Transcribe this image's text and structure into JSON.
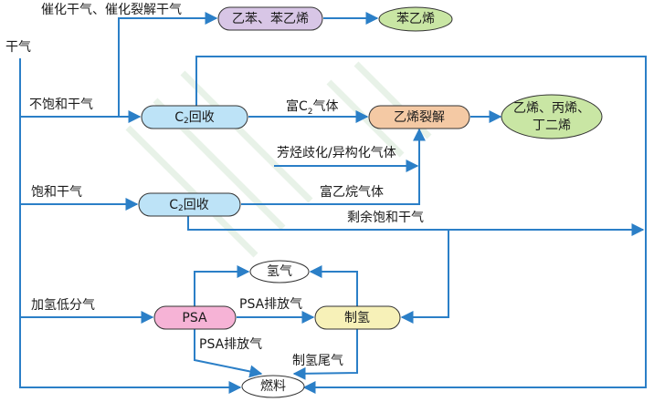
{
  "colors": {
    "line": "#2b7fc7",
    "recovery_fill": "#bde3f7",
    "purple_fill": "#d8c6e6",
    "cracking_fill": "#f4c9a4",
    "olefins_fill": "#c9e6a4",
    "psa_fill": "#f6b3d6",
    "hydrogen_prod_fill": "#f7f1b8",
    "white_fill": "#ffffff"
  },
  "labels": {
    "catalytic_dry_gas": "催化干气、催化裂解干气",
    "dry_gas": "干气",
    "unsaturated_dry_gas": "不饱和干气",
    "c2_rich_prefix": "富C",
    "c2_rich_sub": "2",
    "c2_rich_suffix": "气体",
    "aromatics_gas": "芳烃歧化/异构化气体",
    "saturated_dry_gas": "饱和干气",
    "ethane_rich_gas": "富乙烷气体",
    "remaining_dry_gas": "剩余饱和干气",
    "hydro_low_gas": "加氢低分气",
    "psa_vent_right": "PSA排放气",
    "psa_vent_down": "PSA排放气",
    "h2_tail_gas": "制氢尾气"
  },
  "nodes": {
    "ethylbenzene": "乙苯、苯乙烯",
    "styrene": "苯乙烯",
    "c2_recovery_top_prefix": "C",
    "c2_recovery_top_sub": "2",
    "c2_recovery_top_suffix": "回收",
    "ethylene_cracking": "乙烯裂解",
    "olefins_line1": "乙烯、丙烯、",
    "olefins_line2": "丁二烯",
    "c2_recovery_bottom_prefix": "C",
    "c2_recovery_bottom_sub": "2",
    "c2_recovery_bottom_suffix": "回收",
    "hydrogen": "氢气",
    "psa": "PSA",
    "hydrogen_production": "制氢",
    "fuel": "燃料"
  }
}
